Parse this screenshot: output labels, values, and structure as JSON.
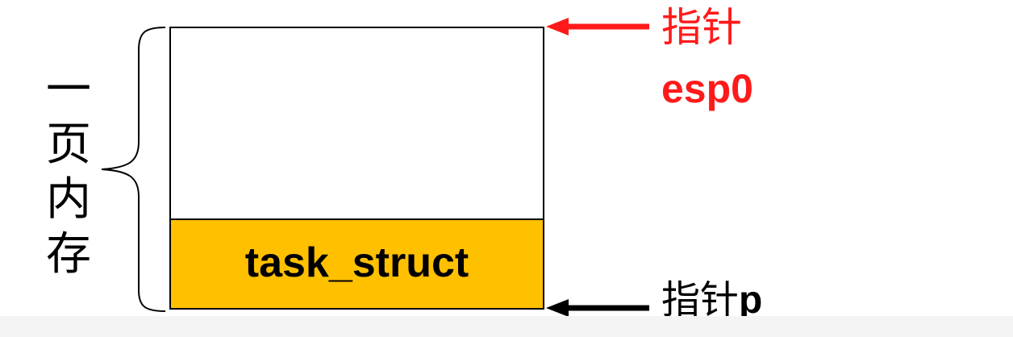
{
  "side_label": [
    "一",
    "页",
    "内",
    "存"
  ],
  "block": {
    "lower_section_label": "task_struct",
    "lower_fill_color": "#FFC000"
  },
  "pointers": {
    "top": {
      "label_line1": "指针",
      "label_line2": "esp0",
      "color": "#FF1A1A"
    },
    "bottom": {
      "label_cn": "指针",
      "label_var": "p",
      "color": "#000000"
    }
  }
}
